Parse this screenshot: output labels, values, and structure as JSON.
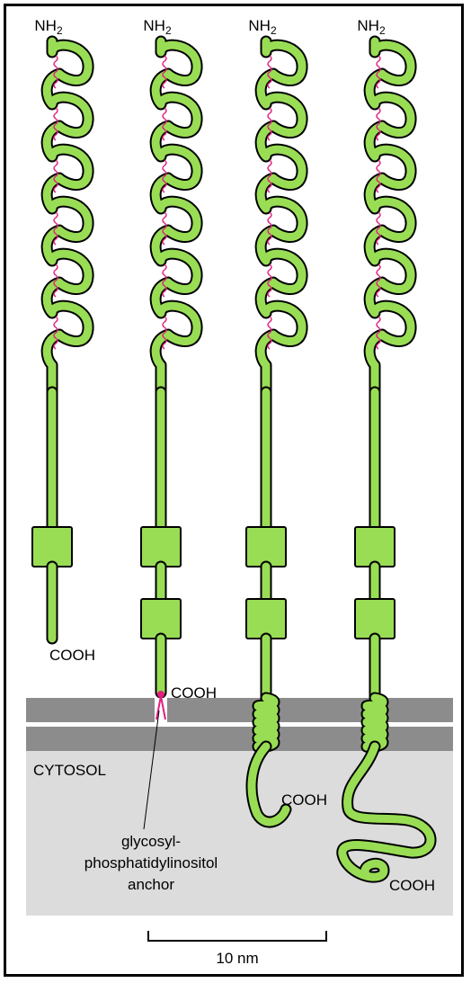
{
  "labels": {
    "n_terminus": "NH",
    "n_terminus_sub": "2",
    "c_terminus": "COOH",
    "cytosol": "CYTOSOL",
    "anchor_line1": "glycosyl-",
    "anchor_line2": "phosphatidylinositol",
    "anchor_line3": "anchor",
    "scale": "10 nm"
  },
  "colors": {
    "protein": "#99dd55",
    "outline": "#000000",
    "disulfide": "#e0207f",
    "membrane": "#8c8c8c",
    "cytosol": "#dcdcdc"
  },
  "proteins": [
    {
      "loops": 6,
      "square_domains": 1,
      "termination": "free"
    },
    {
      "loops": 6,
      "square_domains": 2,
      "termination": "gpi-anchor"
    },
    {
      "loops": 6,
      "square_domains": 2,
      "termination": "transmembrane-short-tail"
    },
    {
      "loops": 6,
      "square_domains": 2,
      "termination": "transmembrane-long-tail"
    }
  ]
}
